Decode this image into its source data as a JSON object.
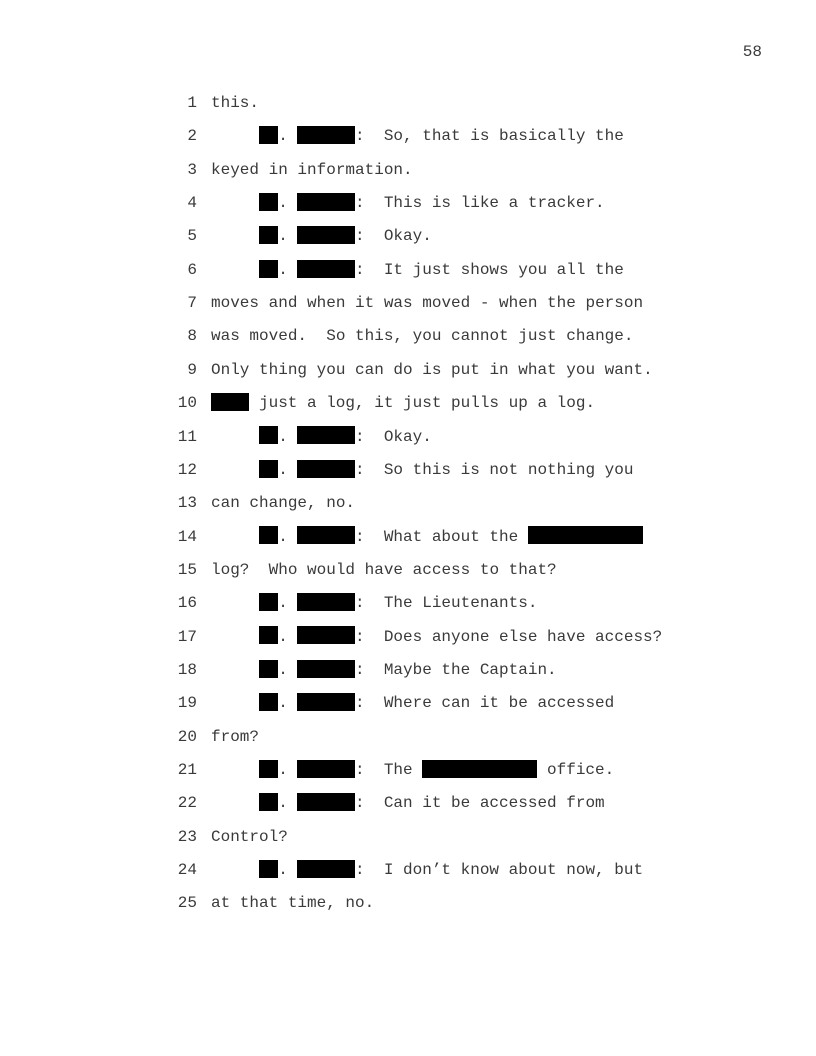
{
  "page_number": "58",
  "lines": [
    {
      "num": "1",
      "segments": [
        {
          "t": "this."
        }
      ]
    },
    {
      "num": "2",
      "speaker": true,
      "segments": [
        {
          "t": "So, that is basically the"
        }
      ]
    },
    {
      "num": "3",
      "segments": [
        {
          "t": "keyed in information."
        }
      ]
    },
    {
      "num": "4",
      "speaker": true,
      "segments": [
        {
          "t": "This is like a tracker."
        }
      ]
    },
    {
      "num": "5",
      "speaker": true,
      "segments": [
        {
          "t": "Okay."
        }
      ]
    },
    {
      "num": "6",
      "speaker": true,
      "segments": [
        {
          "t": "It just shows you all the"
        }
      ]
    },
    {
      "num": "7",
      "segments": [
        {
          "t": "moves and when it was moved - when the person"
        }
      ]
    },
    {
      "num": "8",
      "segments": [
        {
          "t": "was moved.  So this, you cannot just change."
        }
      ]
    },
    {
      "num": "9",
      "segments": [
        {
          "t": "Only thing you can do is put in what you want."
        }
      ]
    },
    {
      "num": "10",
      "segments": [
        {
          "r": 4
        },
        {
          "t": " just a log, it just pulls up a log."
        }
      ]
    },
    {
      "num": "11",
      "speaker": true,
      "segments": [
        {
          "t": "Okay."
        }
      ]
    },
    {
      "num": "12",
      "speaker": true,
      "segments": [
        {
          "t": "So this is not nothing you"
        }
      ]
    },
    {
      "num": "13",
      "segments": [
        {
          "t": "can change, no."
        }
      ]
    },
    {
      "num": "14",
      "speaker": true,
      "segments": [
        {
          "t": "What about the "
        },
        {
          "r": 12
        }
      ]
    },
    {
      "num": "15",
      "segments": [
        {
          "t": "log?  Who would have access to that?"
        }
      ]
    },
    {
      "num": "16",
      "speaker": true,
      "segments": [
        {
          "t": "The Lieutenants."
        }
      ]
    },
    {
      "num": "17",
      "speaker": true,
      "segments": [
        {
          "t": "Does anyone else have access?"
        }
      ]
    },
    {
      "num": "18",
      "speaker": true,
      "segments": [
        {
          "t": "Maybe the Captain."
        }
      ]
    },
    {
      "num": "19",
      "speaker": true,
      "segments": [
        {
          "t": "Where can it be accessed"
        }
      ]
    },
    {
      "num": "20",
      "segments": [
        {
          "t": "from?"
        }
      ]
    },
    {
      "num": "21",
      "speaker": true,
      "segments": [
        {
          "t": "The "
        },
        {
          "r": 12
        },
        {
          "t": " office."
        }
      ]
    },
    {
      "num": "22",
      "speaker": true,
      "segments": [
        {
          "t": "Can it be accessed from"
        }
      ]
    },
    {
      "num": "23",
      "segments": [
        {
          "t": "Control?"
        }
      ]
    },
    {
      "num": "24",
      "speaker": true,
      "segments": [
        {
          "t": "I don’t know about now, but"
        }
      ]
    },
    {
      "num": "25",
      "segments": [
        {
          "t": "at that time, no."
        }
      ]
    }
  ]
}
